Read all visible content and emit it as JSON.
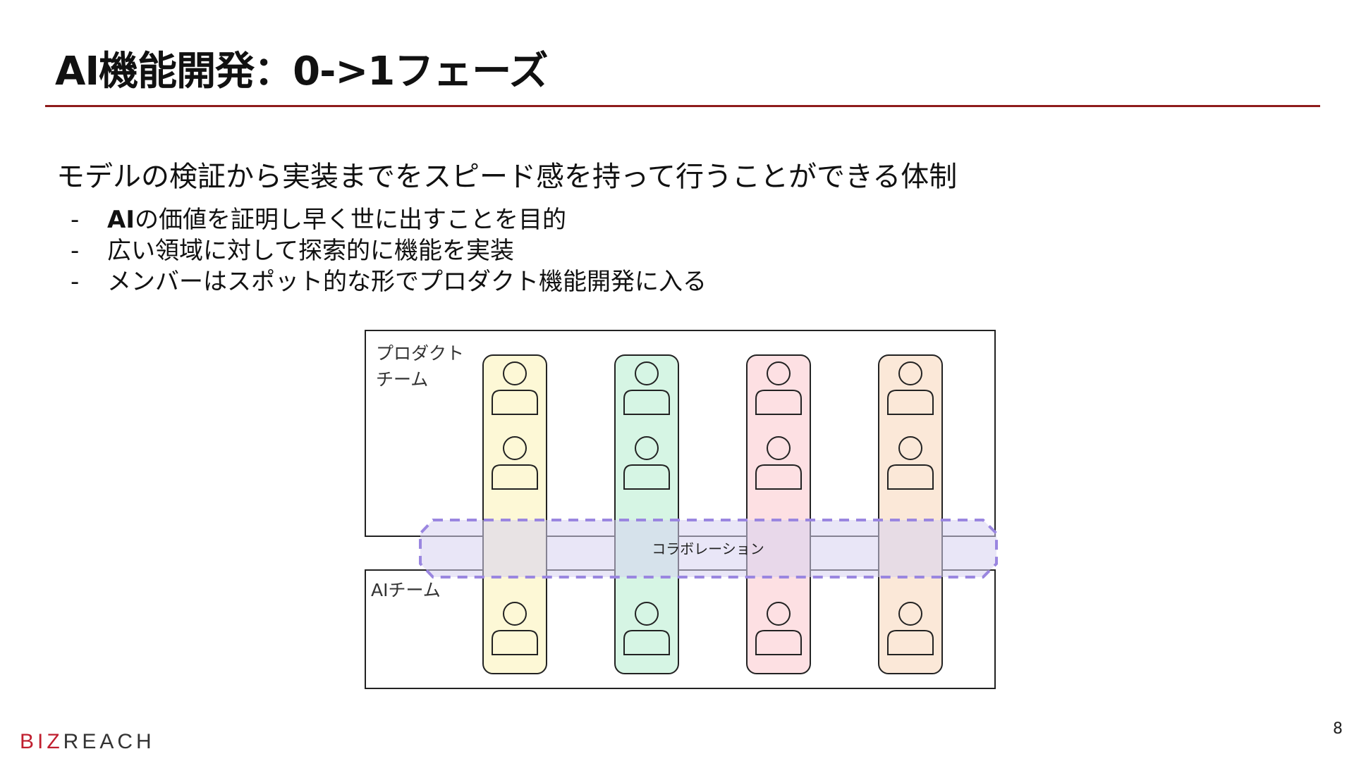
{
  "slide": {
    "title": "AI機能開発：0->1フェーズ",
    "subtitle": "モデルの検証から実装までをスピード感を持って行うことができる体制",
    "bullets": [
      {
        "prefix": "AI",
        "text": "の価値を証明し早く世に出すことを目的"
      },
      {
        "prefix": "",
        "text": "広い領域に対して探索的に機能を実装"
      },
      {
        "prefix": "",
        "text": "メンバーはスポット的な形でプロダクト機能開発に入る"
      }
    ],
    "bullet_marker": "-",
    "page_number": "8"
  },
  "diagram": {
    "product_team_label_line1": "プロダクト",
    "product_team_label_line2": "チーム",
    "ai_team_label": "AIチーム",
    "collaboration_label": "コラボレーション",
    "columns": [
      {
        "fill": "#fdf8d6",
        "members_in_product_team": 2,
        "members_in_ai_team": 1
      },
      {
        "fill": "#d6f5e4",
        "members_in_product_team": 2,
        "members_in_ai_team": 1
      },
      {
        "fill": "#fde0e3",
        "members_in_product_team": 2,
        "members_in_ai_team": 1
      },
      {
        "fill": "#fbe8d8",
        "members_in_product_team": 2,
        "members_in_ai_team": 1
      }
    ],
    "collaboration_fill": "#d7d2f0",
    "collaboration_stroke": "#9a86e0",
    "person_icon": "person-icon"
  },
  "logo": {
    "text_part_red": "BIZ",
    "text_part_dark": "REAC",
    "mark": "H"
  },
  "colors": {
    "accent_rule": "#8e1b1b",
    "logo_red": "#c01f2f"
  }
}
